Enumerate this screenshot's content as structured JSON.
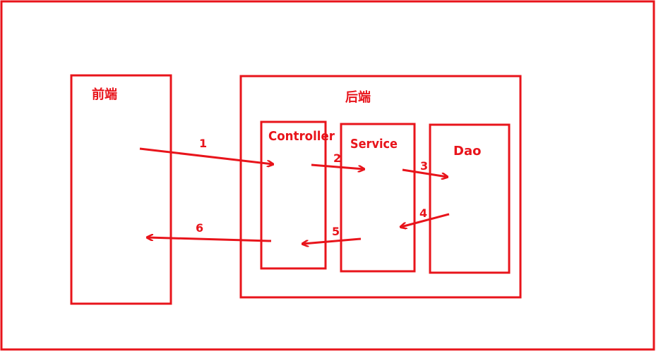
{
  "boxes": {
    "frontend": "前端",
    "backend": "后端",
    "controller": "Controller",
    "service": "Service",
    "dao": "Dao"
  },
  "steps": [
    "1",
    "2",
    "3",
    "4",
    "5",
    "6"
  ],
  "colors": {
    "stroke": "#e8141b",
    "background": "#ffffff"
  }
}
